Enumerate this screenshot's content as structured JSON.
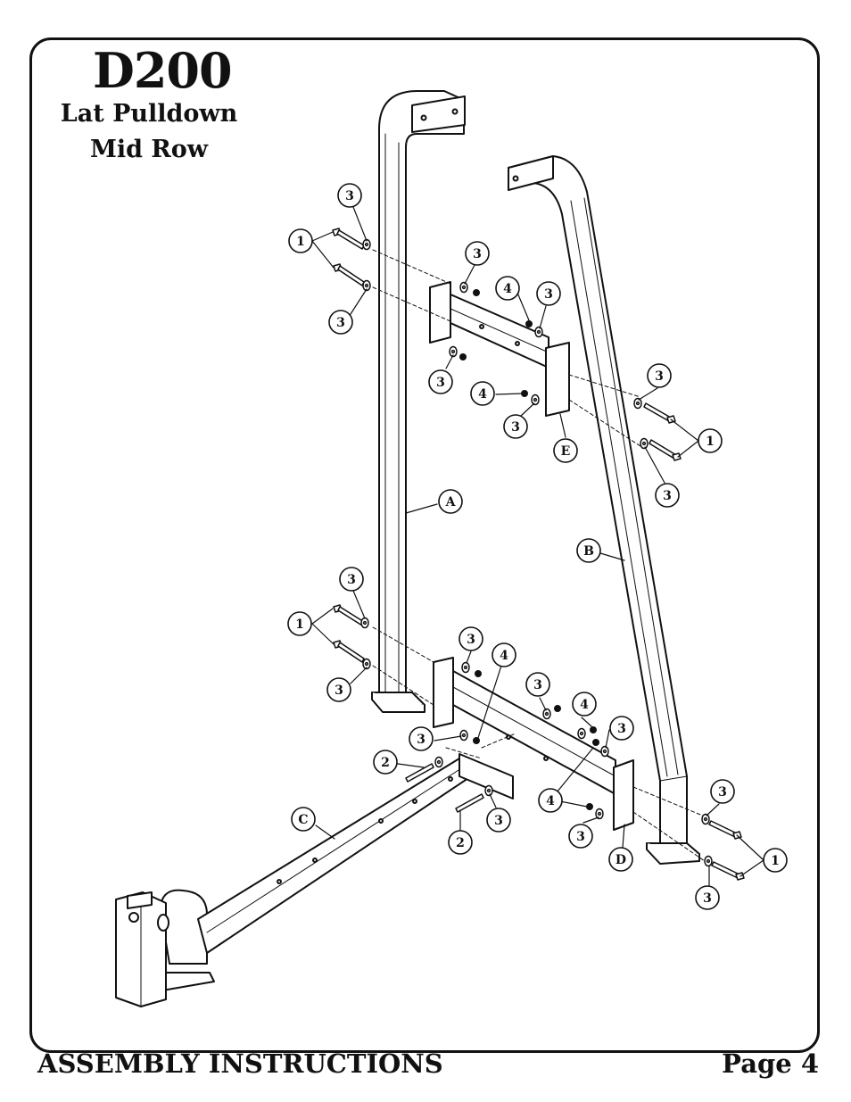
{
  "header": {
    "model": "D200",
    "line1": "Lat Pulldown",
    "line2": "Mid Row"
  },
  "footer": {
    "left": "ASSEMBLY INSTRUCTIONS",
    "right": "Page 4"
  },
  "diagram": {
    "part_labels": [
      "A",
      "B",
      "C",
      "D",
      "E"
    ],
    "callouts": {
      "bolt": "1",
      "short_bolt": "2",
      "washer": "3",
      "nut": "4"
    }
  }
}
